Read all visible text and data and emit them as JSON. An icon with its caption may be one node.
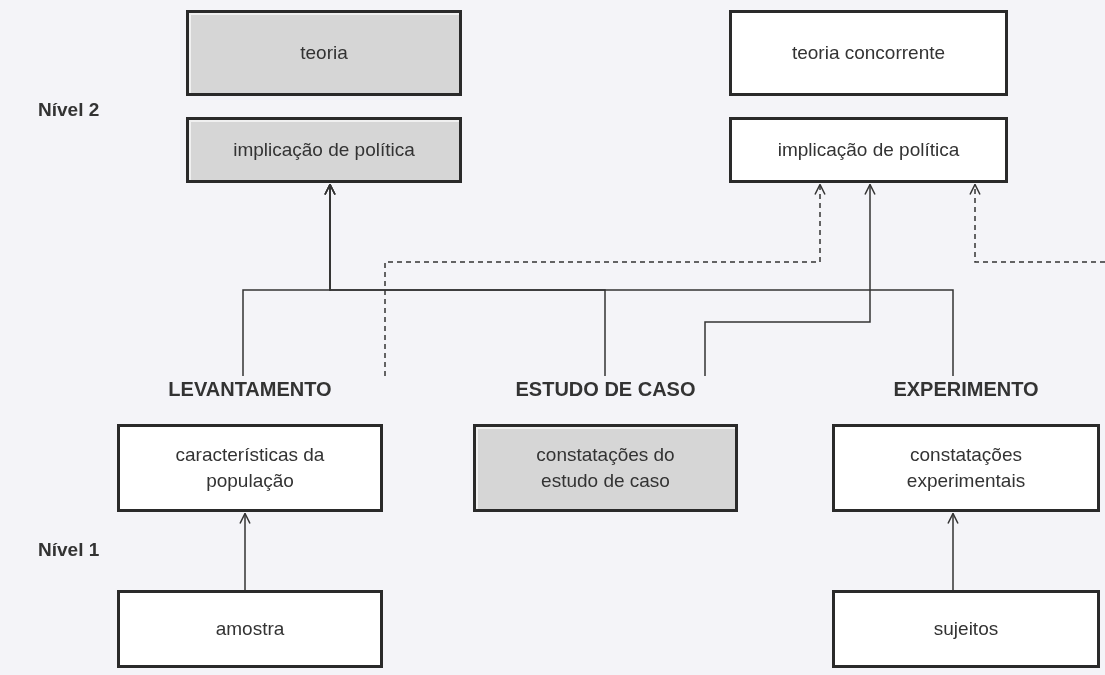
{
  "diagram": {
    "nodes": [
      {
        "text": [
          "teoria"
        ]
      },
      {
        "text": [
          "teoria concorrente"
        ]
      },
      {
        "text": [
          "implicação de política"
        ]
      },
      {
        "text": [
          "implicação de política"
        ]
      },
      {
        "text": [
          "LEVANTAMENTO",
          "características da população"
        ]
      },
      {
        "text": [
          "ESTUDO DE CASO",
          "constatações do estudo de caso"
        ]
      },
      {
        "text": [
          "EXPERIMENTO",
          "constatações experimentais"
        ]
      },
      {
        "text": [
          "amostra"
        ]
      },
      {
        "text": [
          "sujeitos"
        ]
      }
    ],
    "edges": [
      {
        "from": 4,
        "to": 2,
        "arrow": "to"
      },
      {
        "from": 5,
        "to": 2,
        "arrow": "to"
      },
      {
        "from": 6,
        "to": 2,
        "arrow": "to"
      },
      {
        "from": 4,
        "to": 3,
        "arrow": "to",
        "style": "dashed"
      },
      {
        "from": 5,
        "to": 3,
        "arrow": "to"
      },
      {
        "from": null,
        "to": 3,
        "arrow": "to",
        "style": "dashed"
      },
      {
        "from": 7,
        "to": 4,
        "arrow": "to"
      },
      {
        "from": 8,
        "to": 6,
        "arrow": "to"
      }
    ],
    "labels": [
      "Nível 2",
      "Nível 1"
    ]
  }
}
